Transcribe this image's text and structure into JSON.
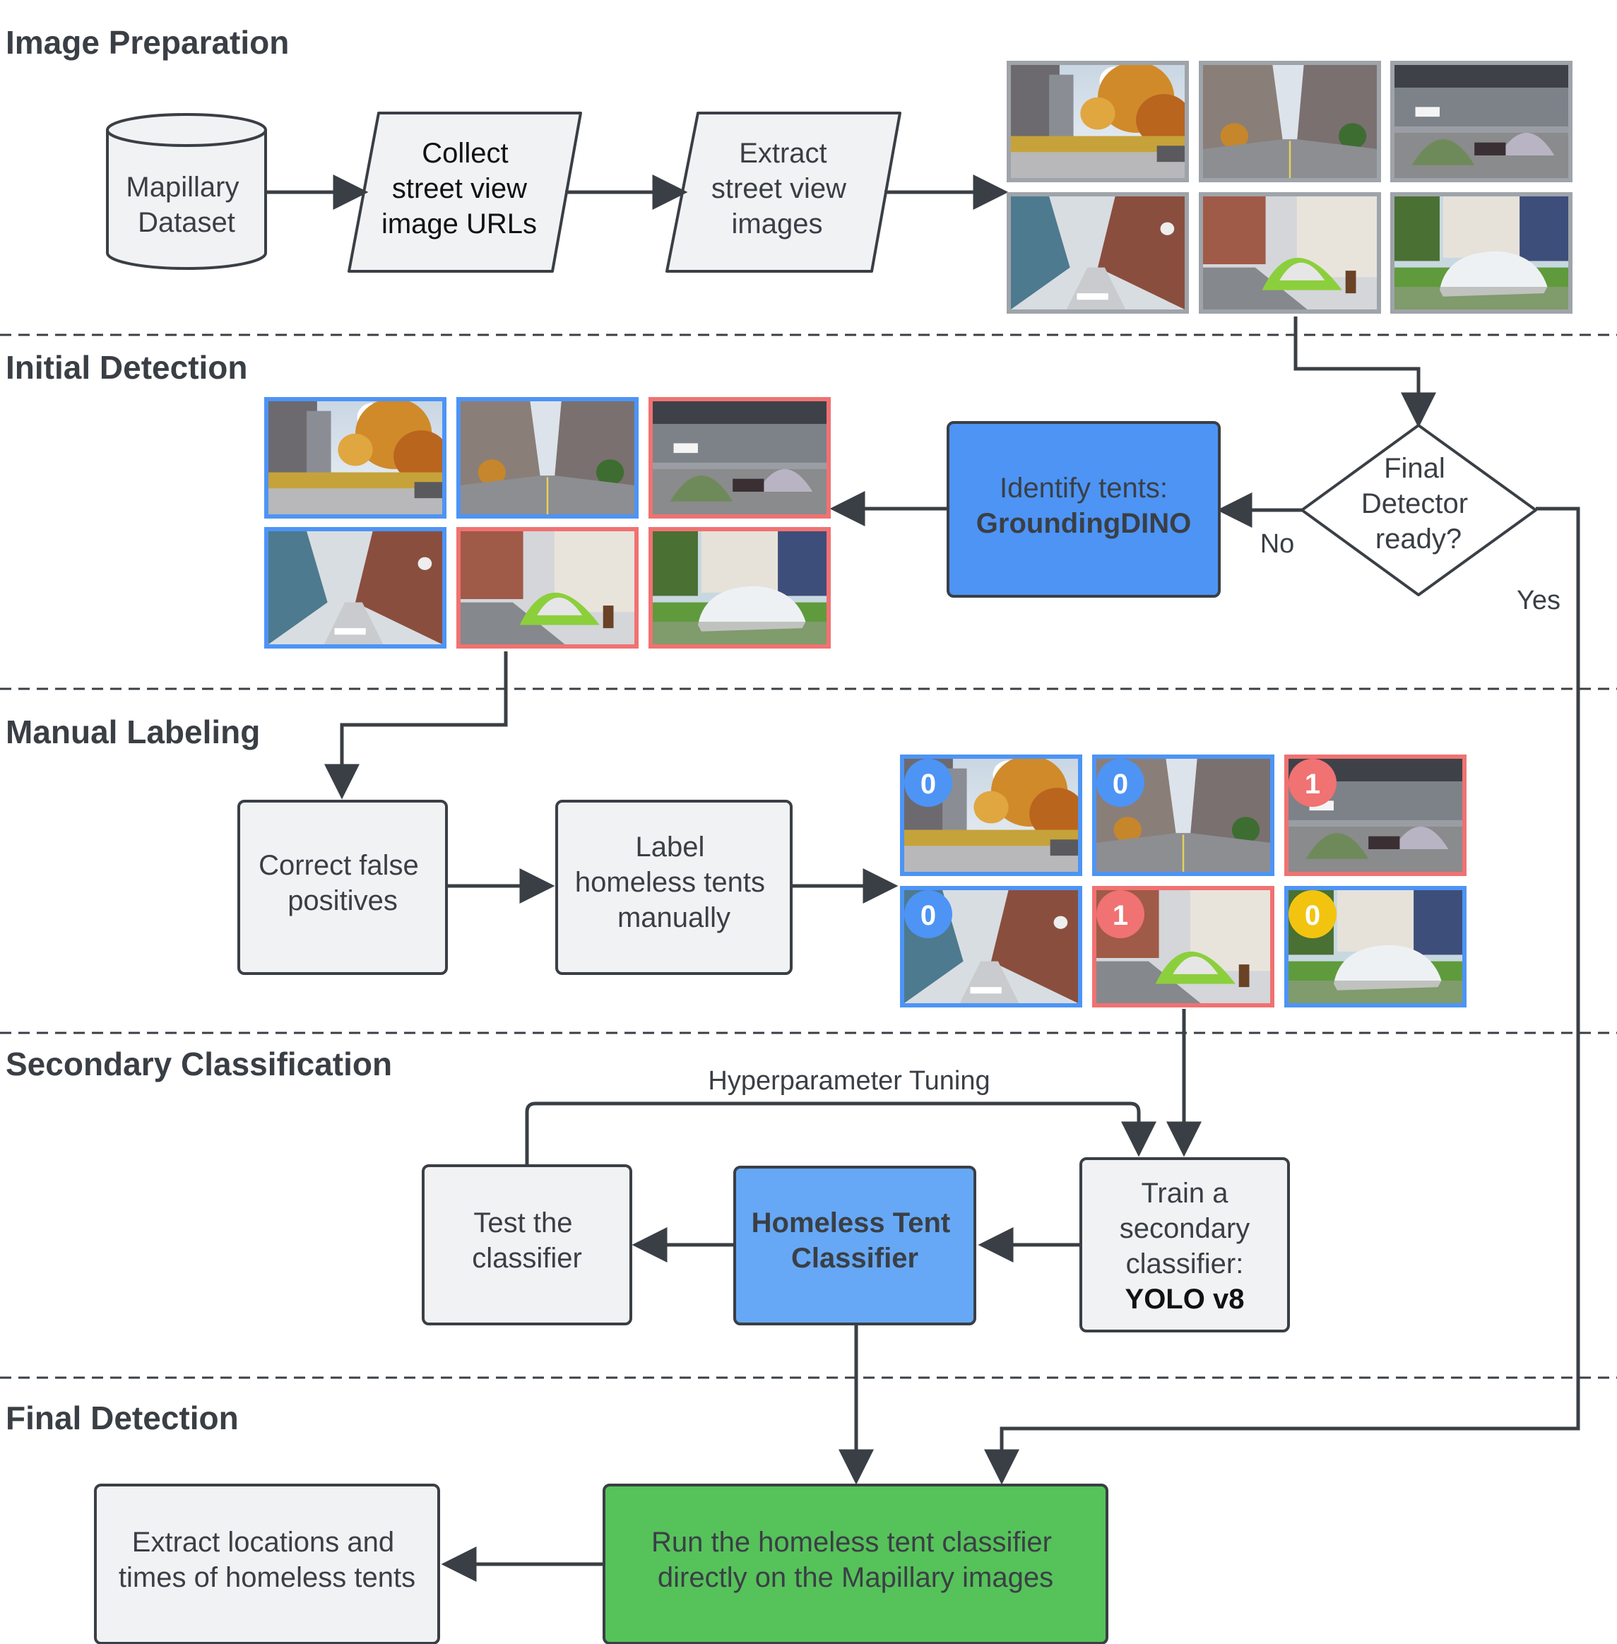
{
  "sections": {
    "image_preparation": "Image Preparation",
    "initial_detection": "Initial Detection",
    "manual_labeling": "Manual Labeling",
    "secondary_classification": "Secondary Classification",
    "final_detection": "Final Detection"
  },
  "nodes": {
    "mapillary": [
      "Mapillary",
      "Dataset"
    ],
    "collect": [
      "Collect",
      "street view",
      "image URLs"
    ],
    "extract_images": [
      "Extract",
      "street view",
      "images"
    ],
    "decision": [
      "Final",
      "Detector",
      "ready?"
    ],
    "identify": {
      "line1": "Identify tents:",
      "line2": "GroundingDINO"
    },
    "correct": [
      "Correct false",
      "positives"
    ],
    "label_manual": [
      "Label",
      "homeless tents",
      "manually"
    ],
    "train": {
      "line1": "Train a",
      "line2": "secondary",
      "line3": "classifier:",
      "line4": "YOLO v8"
    },
    "classifier": [
      "Homeless Tent",
      "Classifier"
    ],
    "test": [
      "Test the",
      "classifier"
    ],
    "run": [
      "Run the homeless tent classifier",
      "directly on the Mapillary images"
    ],
    "extract_locations": [
      "Extract locations and",
      "times of homeless tents"
    ]
  },
  "edge_labels": {
    "no": "No",
    "yes": "Yes",
    "tuning": "Hyperparameter Tuning"
  },
  "thumbnails": [
    "autumn-street",
    "empty-avenue",
    "tent-under-overpass",
    "narrow-alley",
    "green-tent-sidewalk",
    "covered-car"
  ],
  "detection_flags": [
    "no-tent",
    "no-tent",
    "tent",
    "no-tent",
    "tent",
    "tent"
  ],
  "labels": [
    {
      "value": "0",
      "badge": "blue"
    },
    {
      "value": "0",
      "badge": "blue"
    },
    {
      "value": "1",
      "badge": "red"
    },
    {
      "value": "0",
      "badge": "blue"
    },
    {
      "value": "1",
      "badge": "red"
    },
    {
      "value": "0",
      "badge": "yellow"
    }
  ],
  "colors": {
    "box_fill": "#f1f2f4",
    "stroke": "#3a3f45",
    "blue_node": "#4d94f5",
    "light_blue_node": "#66a8f5",
    "green_node": "#56c25a",
    "blue_border": "#4d94f5",
    "red_border": "#f07272",
    "gray_border": "#9fa4aa",
    "badge_blue": "#4d94f5",
    "badge_red": "#f07272",
    "badge_yellow": "#f2c40f"
  }
}
